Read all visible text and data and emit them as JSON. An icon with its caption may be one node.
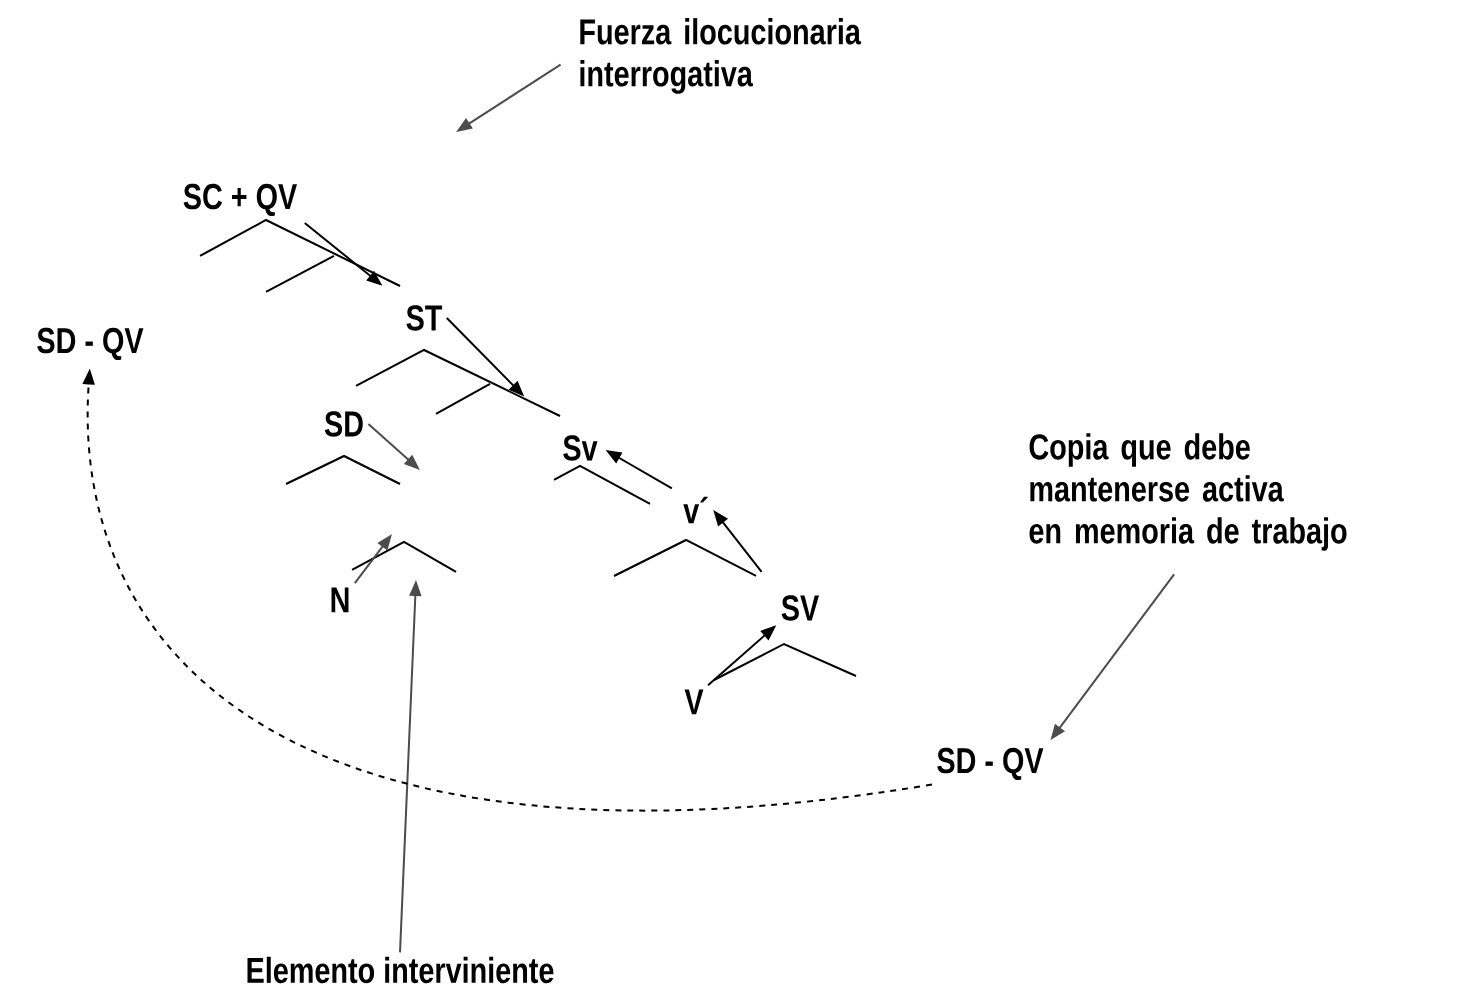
{
  "diagram": {
    "nodes": [
      {
        "text": [
          "Fuerza ilocucionaria interrogativa"
        ]
      },
      {
        "text": [
          "SC + QV"
        ]
      },
      {
        "text": [
          "SD - QV"
        ]
      },
      {
        "text": [
          "ST"
        ]
      },
      {
        "text": [
          "SD"
        ]
      },
      {
        "text": [
          "Sv"
        ]
      },
      {
        "text": [
          "Copia que debe mantenerse activa en memoria de trabajo"
        ]
      },
      {
        "text": [
          "v´"
        ]
      },
      {
        "text": [
          "N"
        ]
      },
      {
        "text": [
          "SV"
        ]
      },
      {
        "text": [
          "V"
        ]
      },
      {
        "text": [
          "SD - QV"
        ]
      },
      {
        "text": [
          "Elemento interviniente"
        ]
      }
    ],
    "edges": [
      {
        "from": 0,
        "to": null,
        "arrow": "to"
      },
      {
        "from": 1,
        "to": 3,
        "arrow": "to"
      },
      {
        "from": 3,
        "to": 5,
        "arrow": "to"
      },
      {
        "from": 4,
        "to": null,
        "arrow": "to"
      },
      {
        "from": 7,
        "to": 5,
        "arrow": "to"
      },
      {
        "from": 9,
        "to": 7,
        "arrow": "to"
      },
      {
        "from": 8,
        "to": null,
        "arrow": "to"
      },
      {
        "from": 10,
        "to": 9,
        "arrow": "to"
      },
      {
        "from": 6,
        "to": 11,
        "arrow": "to"
      },
      {
        "from": 12,
        "to": null,
        "arrow": "to"
      },
      {
        "from": 11,
        "to": 2,
        "arrow": "to",
        "style": "dashed"
      }
    ]
  }
}
